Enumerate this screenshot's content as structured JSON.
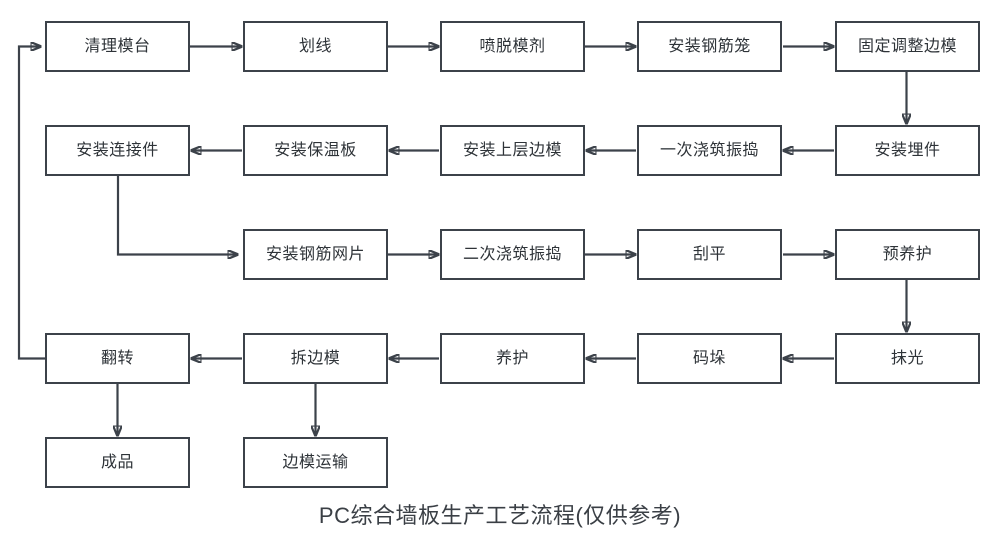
{
  "diagram": {
    "title": "PC综合墙板生产工艺流程(仅供参考)",
    "colors": {
      "stroke": "#3c424a",
      "text": "#2e3338",
      "title_text": "#3a3f45",
      "background": "#ffffff"
    },
    "rows": [
      {
        "direction": "left-to-right",
        "nodes": [
          {
            "id": "n1",
            "label": "清理模台"
          },
          {
            "id": "n2",
            "label": "划线"
          },
          {
            "id": "n3",
            "label": "喷脱模剂"
          },
          {
            "id": "n4",
            "label": "安装钢筋笼"
          },
          {
            "id": "n5",
            "label": "固定调整边模"
          }
        ]
      },
      {
        "direction": "right-to-left",
        "nodes": [
          {
            "id": "n10",
            "label": "安装连接件"
          },
          {
            "id": "n9",
            "label": "安装保温板"
          },
          {
            "id": "n8",
            "label": "安装上层边模"
          },
          {
            "id": "n7",
            "label": "一次浇筑振捣"
          },
          {
            "id": "n6",
            "label": "安装埋件"
          }
        ]
      },
      {
        "direction": "left-to-right",
        "nodes": [
          {
            "id": "n11",
            "label": "安装钢筋网片"
          },
          {
            "id": "n12",
            "label": "二次浇筑振捣"
          },
          {
            "id": "n13",
            "label": "刮平"
          },
          {
            "id": "n14",
            "label": "预养护"
          }
        ]
      },
      {
        "direction": "right-to-left",
        "nodes": [
          {
            "id": "n19",
            "label": "翻转"
          },
          {
            "id": "n18",
            "label": "拆边模"
          },
          {
            "id": "n17",
            "label": "养护"
          },
          {
            "id": "n16",
            "label": "码垛"
          },
          {
            "id": "n15",
            "label": "抹光"
          }
        ]
      },
      {
        "direction": "terminal",
        "nodes": [
          {
            "id": "n20",
            "label": "成品"
          },
          {
            "id": "n21",
            "label": "边模运输"
          }
        ]
      }
    ],
    "node_labels": {
      "n1": "清理模台",
      "n2": "划线",
      "n3": "喷脱模剂",
      "n4": "安装钢筋笼",
      "n5": "固定调整边模",
      "n6": "安装埋件",
      "n7": "一次浇筑振捣",
      "n8": "安装上层边模",
      "n9": "安装保温板",
      "n10": "安装连接件",
      "n11": "安装钢筋网片",
      "n12": "二次浇筑振捣",
      "n13": "刮平",
      "n14": "预养护",
      "n15": "抹光",
      "n16": "码垛",
      "n17": "养护",
      "n18": "拆边模",
      "n19": "翻转",
      "n20": "成品",
      "n21": "边模运输"
    }
  }
}
